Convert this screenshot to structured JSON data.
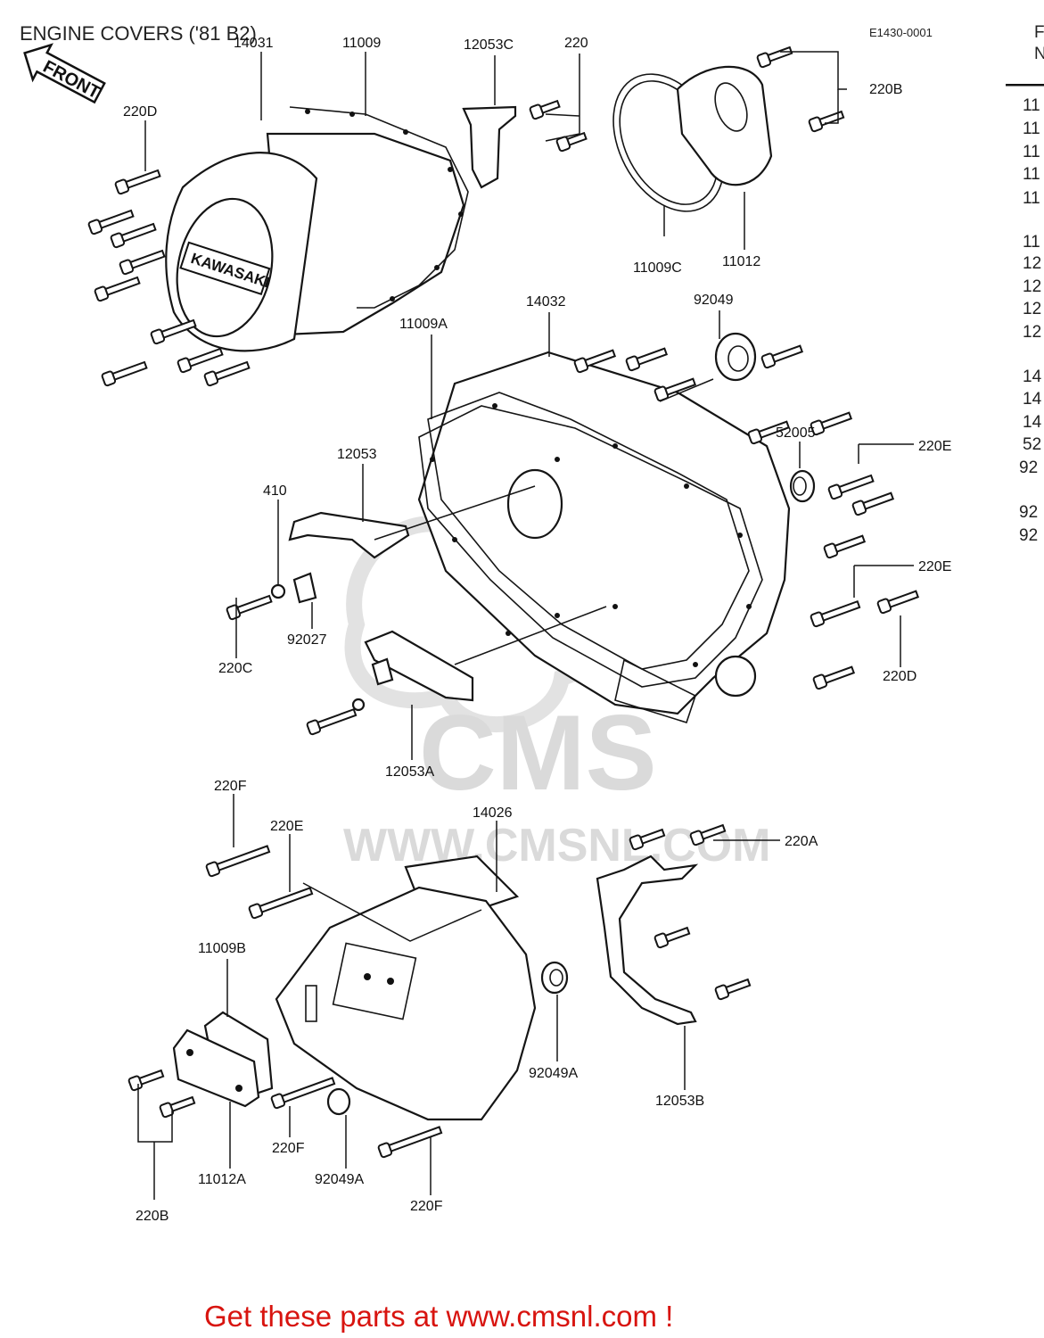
{
  "diagram": {
    "title": "ENGINE COVERS ('81 B2)",
    "ref_code": "E1430-0001",
    "front_label": "FRONT",
    "watermark_brand": "CMS",
    "watermark_url": "WWW.CMSNL.COM",
    "cover_badge": "KAWASAKI",
    "promo_text": "Get these parts at www.cmsnl.com !",
    "right_column_fragments": [
      "11",
      "11",
      "11",
      "11",
      "11",
      "11",
      "12",
      "12",
      "12",
      "12",
      "14",
      "14",
      "14",
      "52",
      "92",
      "92",
      "92"
    ],
    "callouts": [
      {
        "id": "14031",
        "text": "14031"
      },
      {
        "id": "11009",
        "text": "11009"
      },
      {
        "id": "12053C",
        "text": "12053C"
      },
      {
        "id": "220-top",
        "text": "220"
      },
      {
        "id": "220B-top",
        "text": "220B"
      },
      {
        "id": "220D-left",
        "text": "220D"
      },
      {
        "id": "11009C",
        "text": "11009C"
      },
      {
        "id": "11012",
        "text": "11012"
      },
      {
        "id": "14032",
        "text": "14032"
      },
      {
        "id": "92049",
        "text": "92049"
      },
      {
        "id": "11009A",
        "text": "11009A"
      },
      {
        "id": "52005",
        "text": "52005"
      },
      {
        "id": "220E-a",
        "text": "220E"
      },
      {
        "id": "12053",
        "text": "12053"
      },
      {
        "id": "410",
        "text": "410"
      },
      {
        "id": "220E-b",
        "text": "220E"
      },
      {
        "id": "92027",
        "text": "92027"
      },
      {
        "id": "220C",
        "text": "220C"
      },
      {
        "id": "220D-right",
        "text": "220D"
      },
      {
        "id": "12053A",
        "text": "12053A"
      },
      {
        "id": "220F-top",
        "text": "220F"
      },
      {
        "id": "14026",
        "text": "14026"
      },
      {
        "id": "220E-c",
        "text": "220E"
      },
      {
        "id": "220A",
        "text": "220A"
      },
      {
        "id": "11009B",
        "text": "11009B"
      },
      {
        "id": "92049A-a",
        "text": "92049A"
      },
      {
        "id": "12053B",
        "text": "12053B"
      },
      {
        "id": "220F-mid",
        "text": "220F"
      },
      {
        "id": "11012A",
        "text": "11012A"
      },
      {
        "id": "92049A-b",
        "text": "92049A"
      },
      {
        "id": "220F-bottom",
        "text": "220F"
      },
      {
        "id": "220B-bottom",
        "text": "220B"
      }
    ]
  }
}
